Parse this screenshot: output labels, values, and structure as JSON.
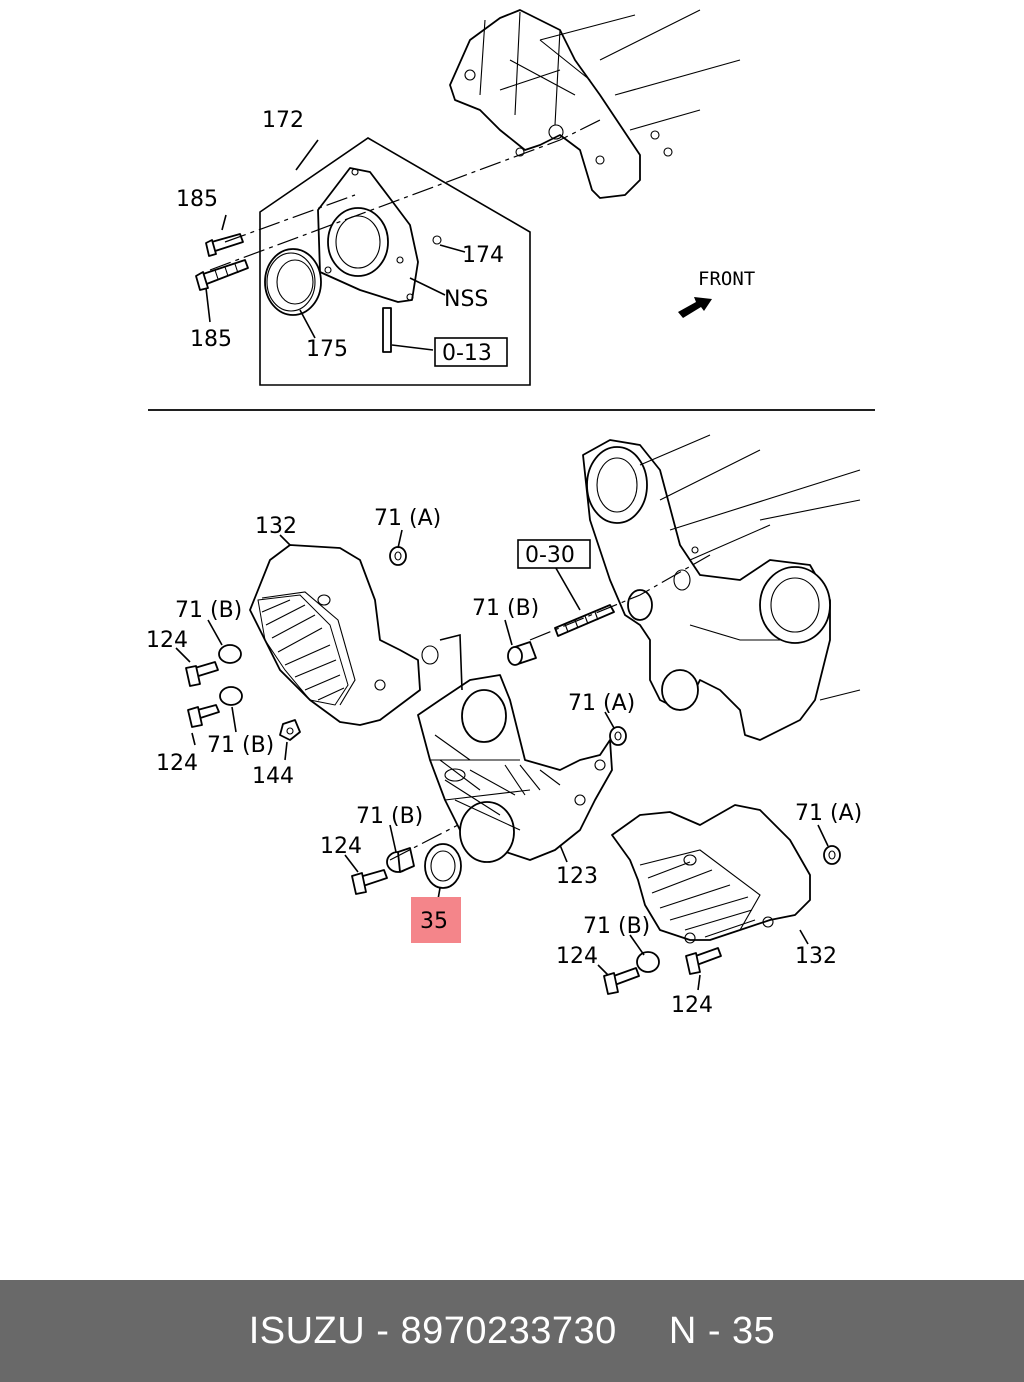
{
  "labels": {
    "top_cover": "172",
    "top_bolt_upper": "185",
    "top_bolt_lower": "185",
    "top_pin": "174",
    "top_seal": "175",
    "top_nss": "NSS",
    "top_ref": "0-13",
    "front": "FRONT",
    "ref_030": "0-30",
    "left_cover": "132",
    "left_71a": "71 (A)",
    "left_71b_upper": "71 (B)",
    "left_124_upper": "124",
    "left_124_lower": "124",
    "left_71b_lower": "71 (B)",
    "left_144": "144",
    "mid_71b": "71 (B)",
    "mid_71a": "71 (A)",
    "mid_71b_lower": "71 (B)",
    "mid_124": "124",
    "center_cover": "123",
    "highlight": "35",
    "right_71a": "71 (A)",
    "right_cover": "132",
    "right_71b": "71 (B)",
    "right_124_left": "124",
    "right_124_bottom": "124"
  },
  "colors": {
    "highlight": "#f4858a",
    "footer_bg": "#696969",
    "footer_text": "#ffffff"
  },
  "footer": {
    "brand": "ISUZU",
    "separator": "-",
    "part_number": "8970233730",
    "page_ref": "N - 35"
  }
}
